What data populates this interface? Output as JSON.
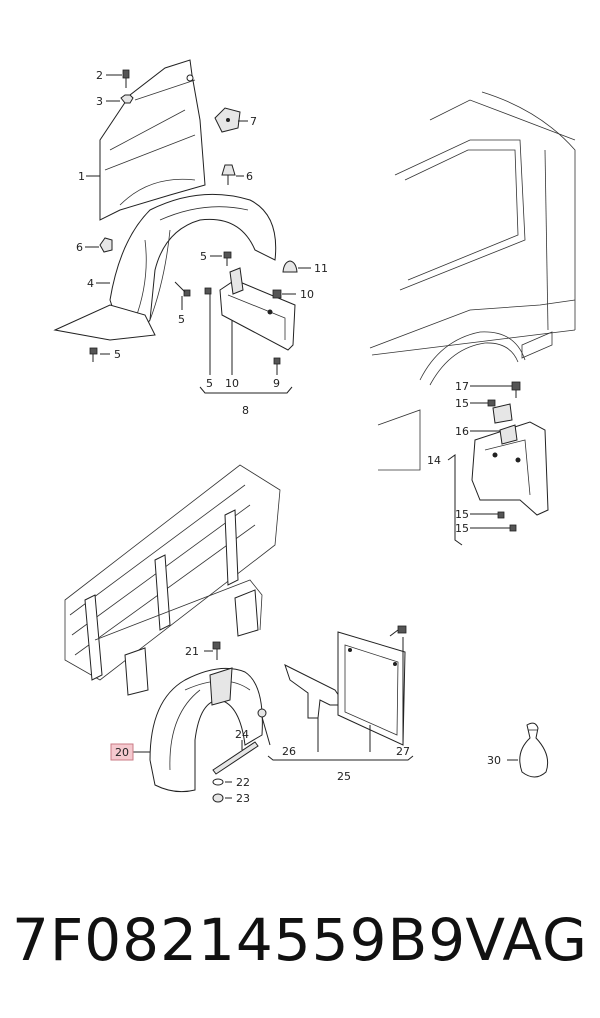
{
  "callouts": [
    {
      "id": "c2",
      "text": "2"
    },
    {
      "id": "c3",
      "text": "3"
    },
    {
      "id": "c7",
      "text": "7"
    },
    {
      "id": "c1",
      "text": "1"
    },
    {
      "id": "c6a",
      "text": "6"
    },
    {
      "id": "c6b",
      "text": "6"
    },
    {
      "id": "c5a",
      "text": "5"
    },
    {
      "id": "c11",
      "text": "11"
    },
    {
      "id": "c4",
      "text": "4"
    },
    {
      "id": "c10a",
      "text": "10"
    },
    {
      "id": "c5b",
      "text": "5"
    },
    {
      "id": "c5c",
      "text": "5"
    },
    {
      "id": "c5d",
      "text": "5"
    },
    {
      "id": "c10b",
      "text": "10"
    },
    {
      "id": "c9",
      "text": "9"
    },
    {
      "id": "c8",
      "text": "8"
    },
    {
      "id": "c17",
      "text": "17"
    },
    {
      "id": "c15a",
      "text": "15"
    },
    {
      "id": "c16",
      "text": "16"
    },
    {
      "id": "c14",
      "text": "14"
    },
    {
      "id": "c15b",
      "text": "15"
    },
    {
      "id": "c15c",
      "text": "15"
    },
    {
      "id": "c21",
      "text": "21"
    },
    {
      "id": "c20",
      "text": "20"
    },
    {
      "id": "c24",
      "text": "24"
    },
    {
      "id": "c26",
      "text": "26"
    },
    {
      "id": "c27",
      "text": "27"
    },
    {
      "id": "c22",
      "text": "22"
    },
    {
      "id": "c23",
      "text": "23"
    },
    {
      "id": "c25",
      "text": "25"
    },
    {
      "id": "c30",
      "text": "30"
    }
  ],
  "highlighted_callout": "20",
  "footer": {
    "part_number": "7F08214559B9",
    "brand": "VAG"
  }
}
